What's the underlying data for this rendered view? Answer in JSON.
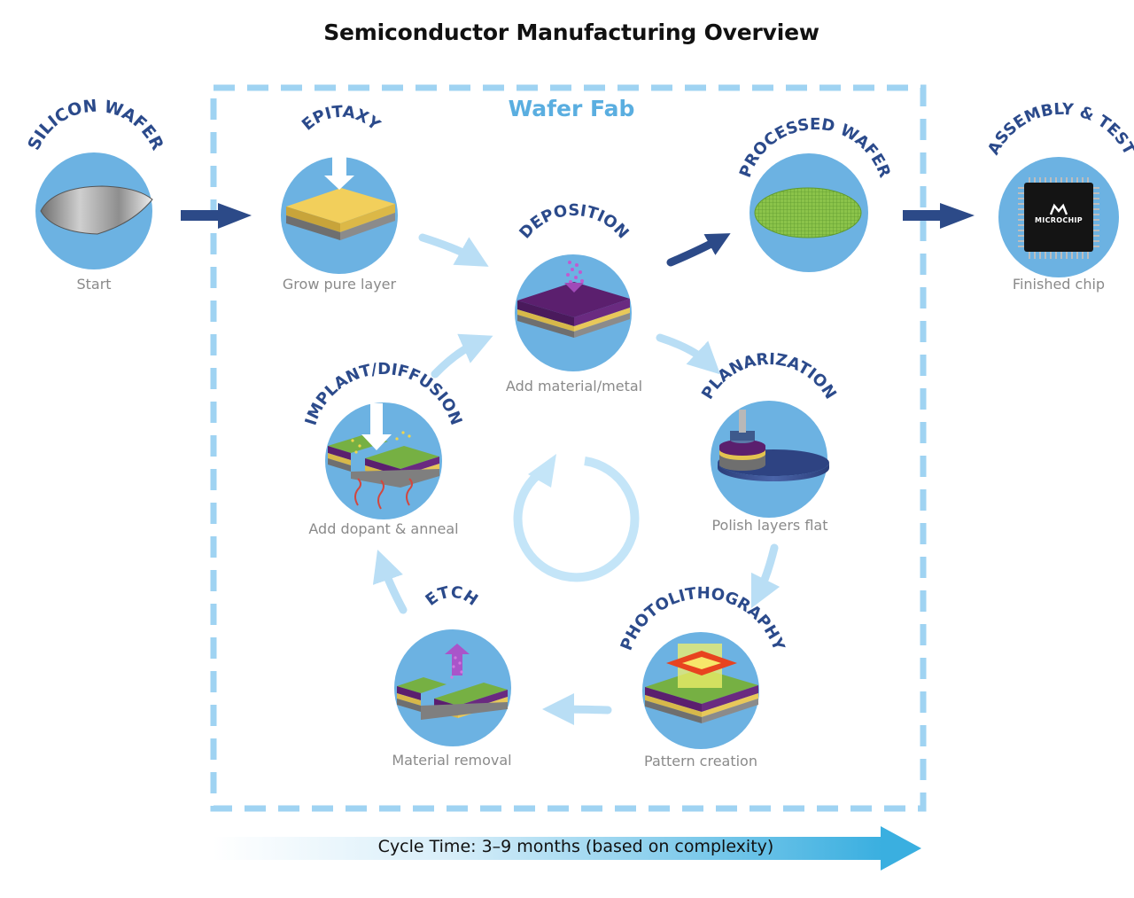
{
  "title": "Semiconductor Manufacturing Overview",
  "fab_label": "Wafer Fab",
  "steps": [
    {
      "id": "silicon-wafer",
      "name": "SILICON WAFER",
      "caption": "Start"
    },
    {
      "id": "epitaxy",
      "name": "EPITAXY",
      "caption": "Grow pure layer"
    },
    {
      "id": "deposition",
      "name": "DEPOSITION",
      "caption": "Add material/metal"
    },
    {
      "id": "processed-wafer",
      "name": "PROCESSED WAFER",
      "caption": ""
    },
    {
      "id": "assembly-test",
      "name": "ASSEMBLY & TEST",
      "caption": "Finished chip"
    },
    {
      "id": "planarization",
      "name": "PLANARIZATION",
      "caption": "Polish layers flat"
    },
    {
      "id": "photolithography",
      "name": "PHOTOLITHOGRAPHY",
      "caption": "Pattern creation"
    },
    {
      "id": "etch",
      "name": "ETCH",
      "caption": "Material removal"
    },
    {
      "id": "implant-diffusion",
      "name": "IMPLANT/DIFFUSION",
      "caption": "Add dopant & anneal"
    }
  ],
  "chip_logo": "MICROCHIP",
  "cycle_time": "Cycle Time:  3–9 months (based on complexity)",
  "colors": {
    "circle": "#6cb2e2",
    "label": "#2b4a8b",
    "dark_arrow": "#2c4a88",
    "light_arrow": "#b9def5",
    "dashed_border": "#9fd3f2",
    "gradient_arrow": "#3aafe0"
  }
}
